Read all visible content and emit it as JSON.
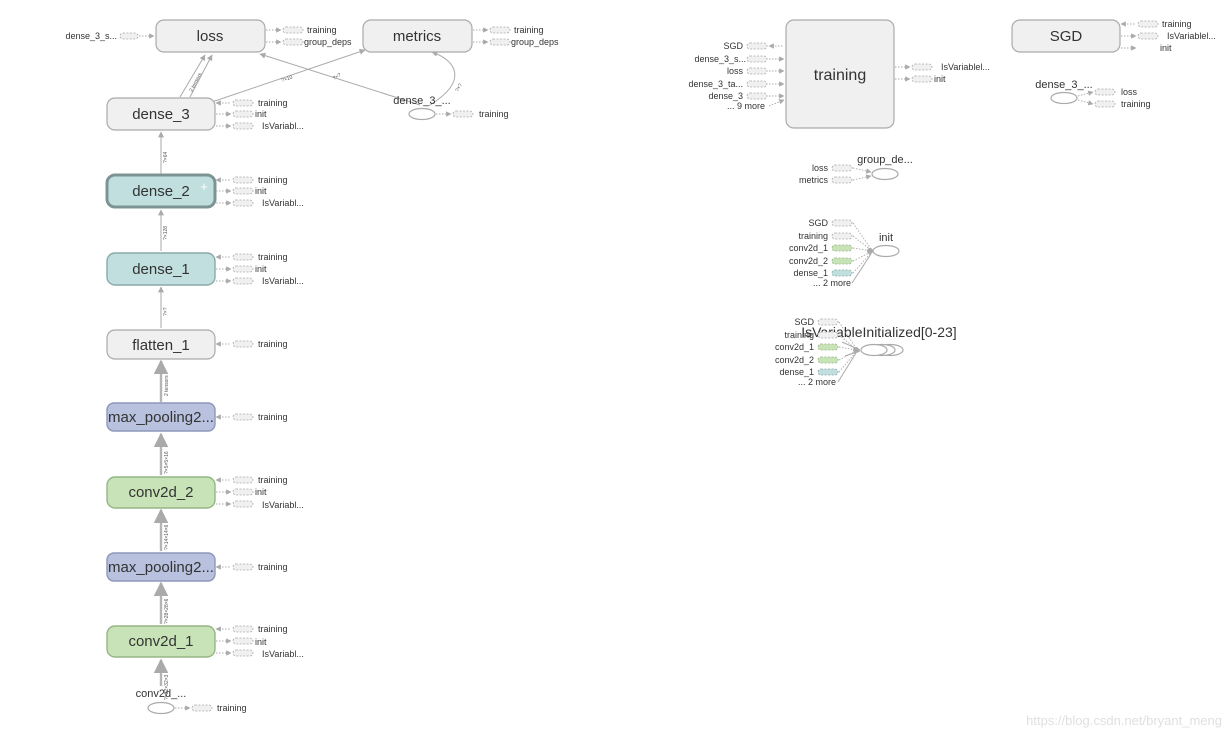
{
  "colors": {
    "default_fill": "#f0f0f0",
    "default_stroke": "#aaaaaa",
    "dense_fill": "#c1dfdf",
    "dense_stroke": "#8aa9a9",
    "selected_stroke": "#7e9494",
    "pool_fill": "#b8c1de",
    "pool_stroke": "#8d97b8",
    "conv_fill": "#c8e3b8",
    "conv_stroke": "#96b585",
    "edge": "#aaaaaa"
  },
  "nodes": {
    "loss": "loss",
    "metrics": "metrics",
    "dense_3": "dense_3",
    "dense_2": "dense_2",
    "dense_1": "dense_1",
    "flatten_1": "flatten_1",
    "max_pooling_a": "max_pooling2...",
    "conv2d_2": "conv2d_2",
    "max_pooling_b": "max_pooling2...",
    "conv2d_1": "conv2d_1",
    "conv2d_input": "conv2d_...",
    "dense_3_target": "dense_3_...",
    "training": "training",
    "sgd": "SGD",
    "sgd_dense3": "dense_3_...",
    "group_deps": "group_de...",
    "init": "init",
    "isvarinit": "IsVariableInitialized[0-23]",
    "expand_icon": "+"
  },
  "stubs": {
    "training": "training",
    "init": "init",
    "isvar": "IsVariabl...",
    "isvar2": "IsVariablel...",
    "group_deps": "group_deps",
    "dense_3_s": "dense_3_s...",
    "sgd": "SGD",
    "loss": "loss",
    "metrics": "metrics",
    "dense_3_ta": "dense_3_ta...",
    "dense_3": "dense_3",
    "nine_more": "... 9 more",
    "conv2d_1": "conv2d_1",
    "conv2d_2": "conv2d_2",
    "dense_1": "dense_1",
    "two_more": "... 2 more"
  },
  "edge_labels": {
    "dense3_loss": "2 tensors",
    "dense3_metrics": "?×10",
    "target_loss": "?×?",
    "target_metrics": "?×?",
    "d2_d3": "?×64",
    "d1_d2": "?×128",
    "f_d1": "?×?",
    "mp_f": "2 tensors",
    "c2_mp": "?×5×5×16",
    "mp_c2": "?×14×14×6",
    "c1_mp": "?×28×28×6",
    "in_c1": "?×32×32×3"
  },
  "watermark": "https://blog.csdn.net/bryant_meng"
}
